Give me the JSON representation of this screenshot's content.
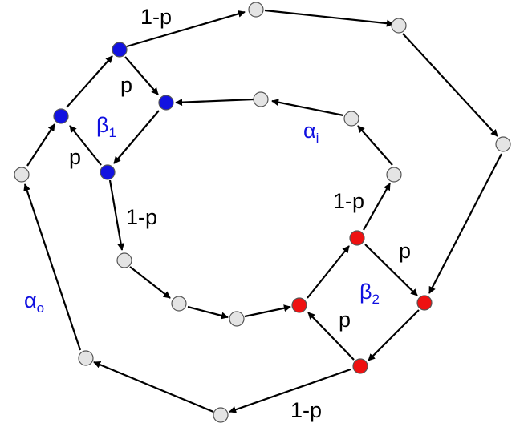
{
  "colors": {
    "beta1_nodes": "#1212e0",
    "beta2_nodes": "#ee1111",
    "plain_nodes": "#e4e4e4",
    "edge": "#000000",
    "greek_labels": "#1010e0"
  },
  "edge_labels": {
    "one_minus_p": "1-p",
    "p": "p"
  },
  "region_labels": {
    "beta1": {
      "symbol": "β",
      "sub": "1"
    },
    "beta2": {
      "symbol": "β",
      "sub": "2"
    },
    "alpha_inner": {
      "symbol": "α",
      "sub": "i"
    },
    "alpha_outer": {
      "symbol": "α",
      "sub": "o"
    }
  }
}
